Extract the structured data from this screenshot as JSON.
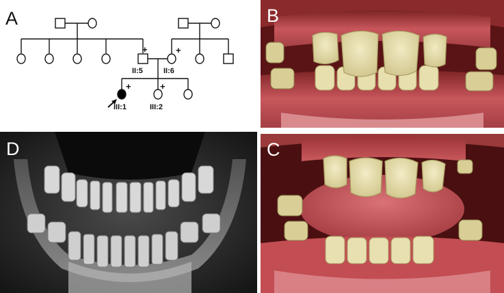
{
  "panels": {
    "a": {
      "letter": "A"
    },
    "b": {
      "letter": "B"
    },
    "c": {
      "letter": "C"
    },
    "d": {
      "letter": "D"
    }
  },
  "pedigree": {
    "carrier_mark": "+",
    "labels": {
      "ii5": "II:5",
      "ii6": "II:6",
      "iii1": "III:1",
      "iii2": "III:2"
    }
  },
  "colors": {
    "affected": "#000000",
    "line": "#111111",
    "gum": "#c8575c",
    "tooth": "#e9e2b4",
    "xray_bg": "#1a1a1a"
  }
}
